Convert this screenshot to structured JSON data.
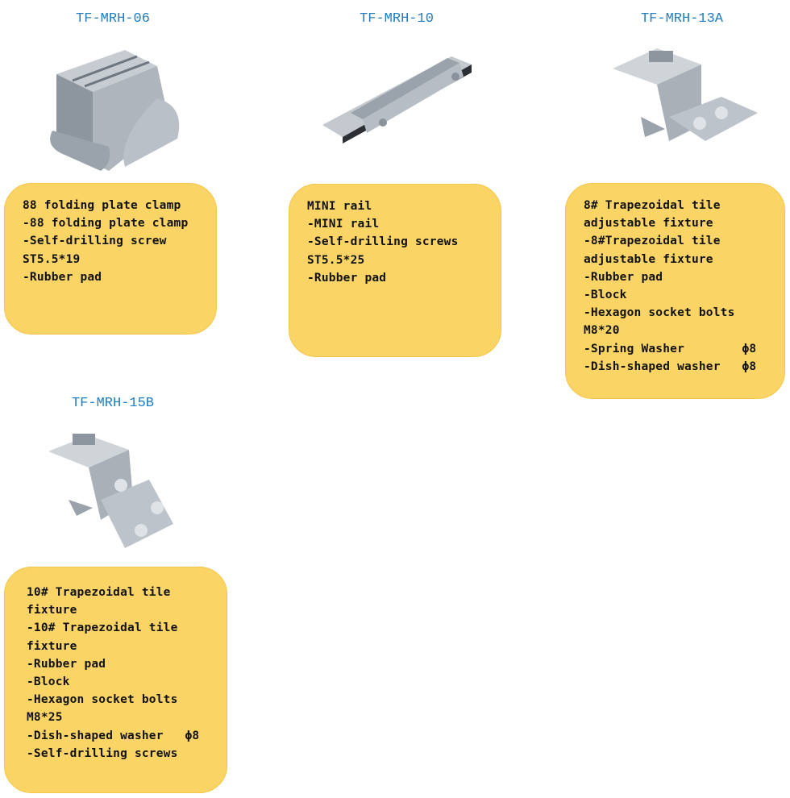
{
  "products": [
    {
      "code": "TF-MRH-06",
      "lines": [
        "88 folding plate clamp",
        "-88 folding plate clamp",
        "-Self-drilling screw",
        "ST5.5*19",
        "-Rubber pad"
      ]
    },
    {
      "code": "TF-MRH-10",
      "lines": [
        "MINI rail",
        "-MINI rail",
        "-Self-drilling screws",
        "ST5.5*25",
        "-Rubber pad"
      ]
    },
    {
      "code": "TF-MRH-13A",
      "lines": [
        "8# Trapezoidal tile",
        "adjustable fixture",
        "-8#Trapezoidal tile",
        "adjustable fixture",
        "-Rubber pad",
        "-Block",
        "-Hexagon socket bolts",
        "M8*20",
        "-Spring Washer        ϕ8",
        "-Dish-shaped washer   ϕ8"
      ]
    },
    {
      "code": "TF-MRH-15B",
      "lines": [
        "10# Trapezoidal tile",
        "fixture",
        "-10# Trapezoidal tile",
        "fixture",
        "-Rubber pad",
        "-Block",
        "-Hexagon socket bolts",
        "M8*25",
        "-Dish-shaped washer   ϕ8",
        "-Self-drilling screws"
      ]
    }
  ],
  "colors": {
    "title": "#1f7dc4",
    "box_fill": "#fad465",
    "box_border": "#f3c64a"
  }
}
